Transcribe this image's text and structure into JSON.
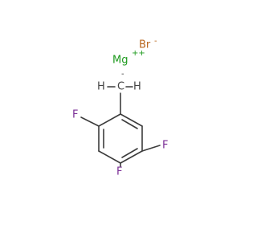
{
  "molecule": {
    "atoms": {
      "bromine": {
        "symbol": "Br",
        "charge": "-",
        "color": "#b8651c"
      },
      "magnesium": {
        "symbol": "Mg",
        "charge": "++",
        "color": "#1e9a1e"
      },
      "carbanion": {
        "symbol": "C",
        "charge": "-",
        "color": "#444444"
      },
      "hydrogen_left": {
        "symbol": "H",
        "color": "#444444"
      },
      "hydrogen_right": {
        "symbol": "H",
        "color": "#444444"
      },
      "fluorine_2": {
        "symbol": "F",
        "color": "#7a2d96"
      },
      "fluorine_5": {
        "symbol": "F",
        "color": "#7a2d96"
      },
      "fluorine_4": {
        "symbol": "F",
        "color": "#7a2d96"
      }
    },
    "bond_color": "#3c3c3c"
  }
}
